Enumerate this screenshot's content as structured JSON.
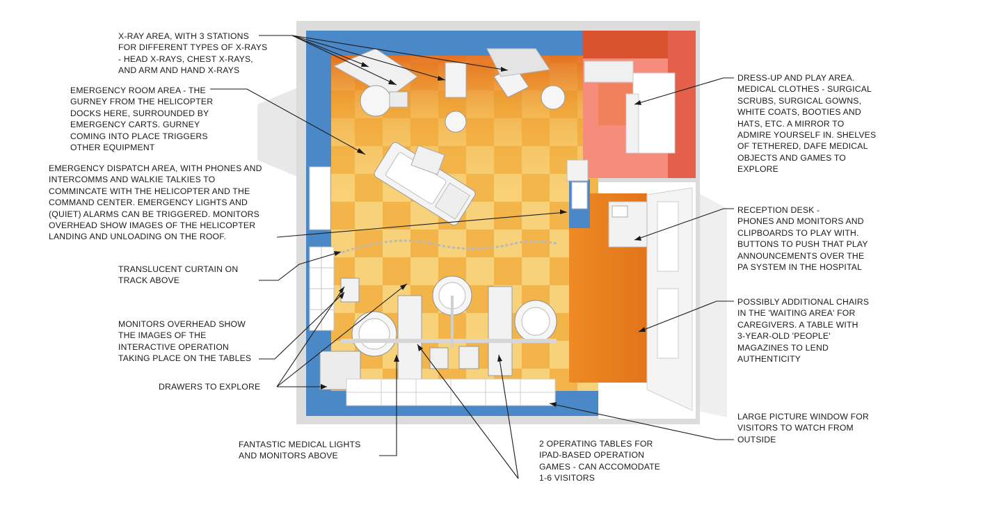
{
  "annotations": {
    "xray": "X-RAY AREA, WITH 3 STATIONS\nFOR DIFFERENT TYPES OF X-RAYS\n- HEAD X-RAYS, CHEST X-RAYS,\nAND ARM AND HAND X-RAYS",
    "emergency_room": "EMERGENCY ROOM AREA - THE\nGURNEY FROM THE HELICOPTER\nDOCKS HERE, SURROUNDED BY\nEMERGENCY CARTS. GURNEY\nCOMING INTO PLACE TRIGGERS\nOTHER EQUIPMENT",
    "dispatch": "EMERGENCY DISPATCH AREA, WITH PHONES AND\nINTERCOMMS AND WALKIE TALKIES TO\nCOMMINCATE WITH THE HELICOPTER AND THE\nCOMMAND CENTER. EMERGENCY LIGHTS AND\n(QUIET) ALARMS CAN BE TRIGGERED. MONITORS\nOVERHEAD SHOW IMAGES OF THE HELICOPTER\nLANDING AND UNLOADING ON THE ROOF.",
    "curtain": "TRANSLUCENT CURTAIN ON\nTRACK ABOVE",
    "monitors": "MONITORS OVERHEAD SHOW\nTHE IMAGES OF THE\nINTERACTIVE OPERATION\nTAKING PLACE ON THE TABLES",
    "drawers": "DRAWERS TO EXPLORE",
    "lights": "FANTASTIC MEDICAL LIGHTS\nAND MONITORS ABOVE",
    "tables": "2 OPERATING TABLES FOR\nIPAD-BASED OPERATION\nGAMES - CAN ACCOMODATE\n1-6 VISITORS",
    "dressup": "DRESS-UP AND PLAY AREA.\nMEDICAL CLOTHES - SURGICAL\nSCRUBS, SURGICAL GOWNS,\nWHITE COATS, BOOTIES AND\nHATS, ETC. A MIRROR TO\nADMIRE YOURSELF IN. SHELVES\nOF TETHERED, DAFE MEDICAL\nOBJECTS AND GAMES TO\nEXPLORE",
    "reception": "RECEPTION DESK -\nPHONES AND MONITORS AND\nCLIPBOARDS TO PLAY WITH.\nBUTTONS TO PUSH THAT PLAY\nANNOUNCEMENTS OVER THE\nPA SYSTEM IN THE HOSPITAL",
    "waiting": "POSSIBLY ADDITIONAL CHAIRS\nIN THE 'WAITING AREA' FOR\nCAREGIVERS. A TABLE WITH\n3-YEAR-OLD 'PEOPLE'\nMAGAZINES TO LEND\nAUTHENTICITY",
    "window": "LARGE PICTURE WINDOW FOR\nVISITORS TO WATCH FROM\nOUTSIDE"
  },
  "colors": {
    "floor_yellow": "#f6c75a",
    "floor_orange": "#ee9a2c",
    "floor_deep": "#e2661a",
    "wall_blue": "#4b88c8",
    "wall_pink": "#f58c7c",
    "wall_red": "#d9532f",
    "wood": "#e8811f",
    "outline": "#cfcfcf"
  }
}
